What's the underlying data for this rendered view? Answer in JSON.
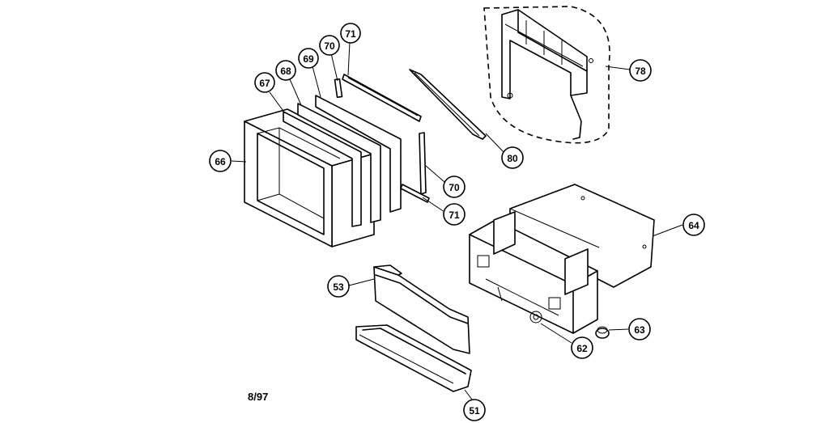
{
  "diagram": {
    "callouts": {
      "p66": "66",
      "p67": "67",
      "p68": "68",
      "p69": "69",
      "p70a": "70",
      "p71a": "71",
      "p80": "80",
      "p78": "78",
      "p70b": "70",
      "p71b": "71",
      "p64": "64",
      "p53": "53",
      "p63": "63",
      "p62": "62",
      "p51": "51"
    },
    "date_stamp": "8/97"
  }
}
